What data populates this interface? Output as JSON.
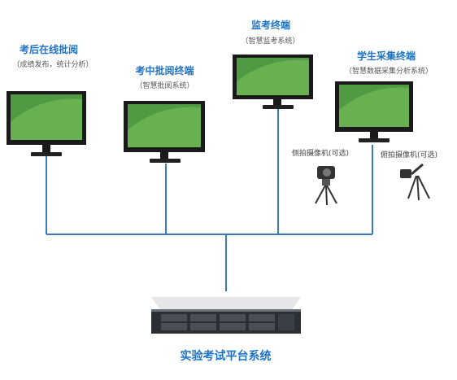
{
  "terminals": [
    {
      "title": "考后在线批阅",
      "subtitle": "（成绩发布，统计分析）"
    },
    {
      "title": "考中批阅终端",
      "subtitle": "（智慧批阅系统）"
    },
    {
      "title": "监考终端",
      "subtitle": "（智慧监考系统）"
    },
    {
      "title": "学生采集终端",
      "subtitle": "（智慧数据采集分析系统）"
    }
  ],
  "cameras": [
    {
      "label": "侧拍摄像机(可选)"
    },
    {
      "label": "俯拍摄像机(可选)"
    }
  ],
  "server": {
    "label": "实验考试平台系统"
  },
  "colors": {
    "title": "#1f73c2",
    "line": "#3a78c8",
    "monitor": "#1a1a1a",
    "screen": "#5aa24a"
  },
  "icons": [
    "monitor-icon",
    "camera-tripod-icon",
    "server-rack-icon"
  ]
}
